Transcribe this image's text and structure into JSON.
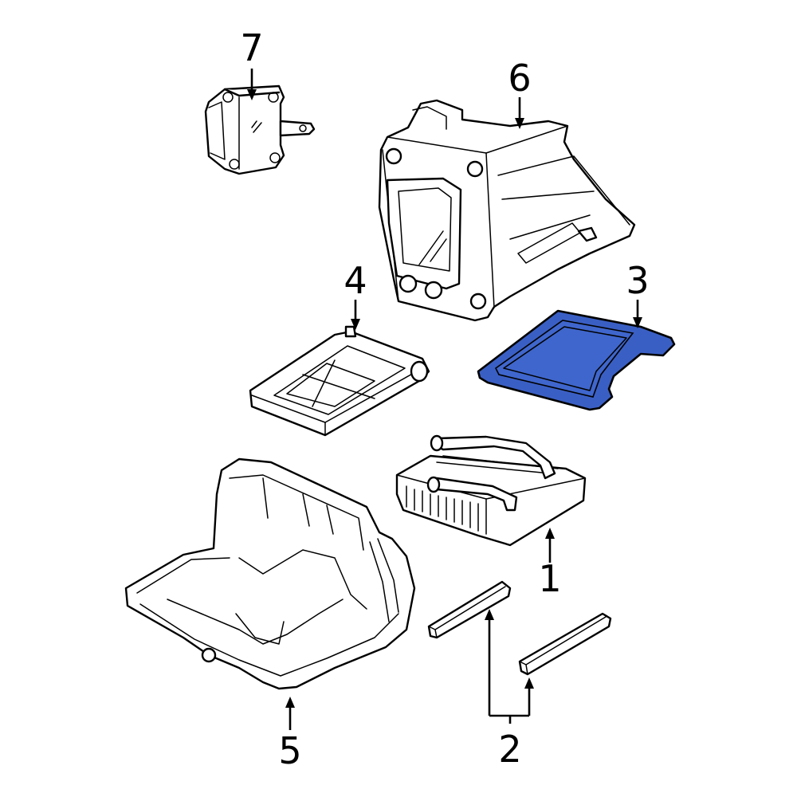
{
  "callouts": [
    {
      "id": "1",
      "text": "1"
    },
    {
      "id": "2",
      "text": "2"
    },
    {
      "id": "3",
      "text": "3"
    },
    {
      "id": "4",
      "text": "4"
    },
    {
      "id": "5",
      "text": "5"
    },
    {
      "id": "6",
      "text": "6"
    },
    {
      "id": "7",
      "text": "7"
    }
  ],
  "highlight": {
    "part": "3",
    "color": "#3a5fc4"
  }
}
